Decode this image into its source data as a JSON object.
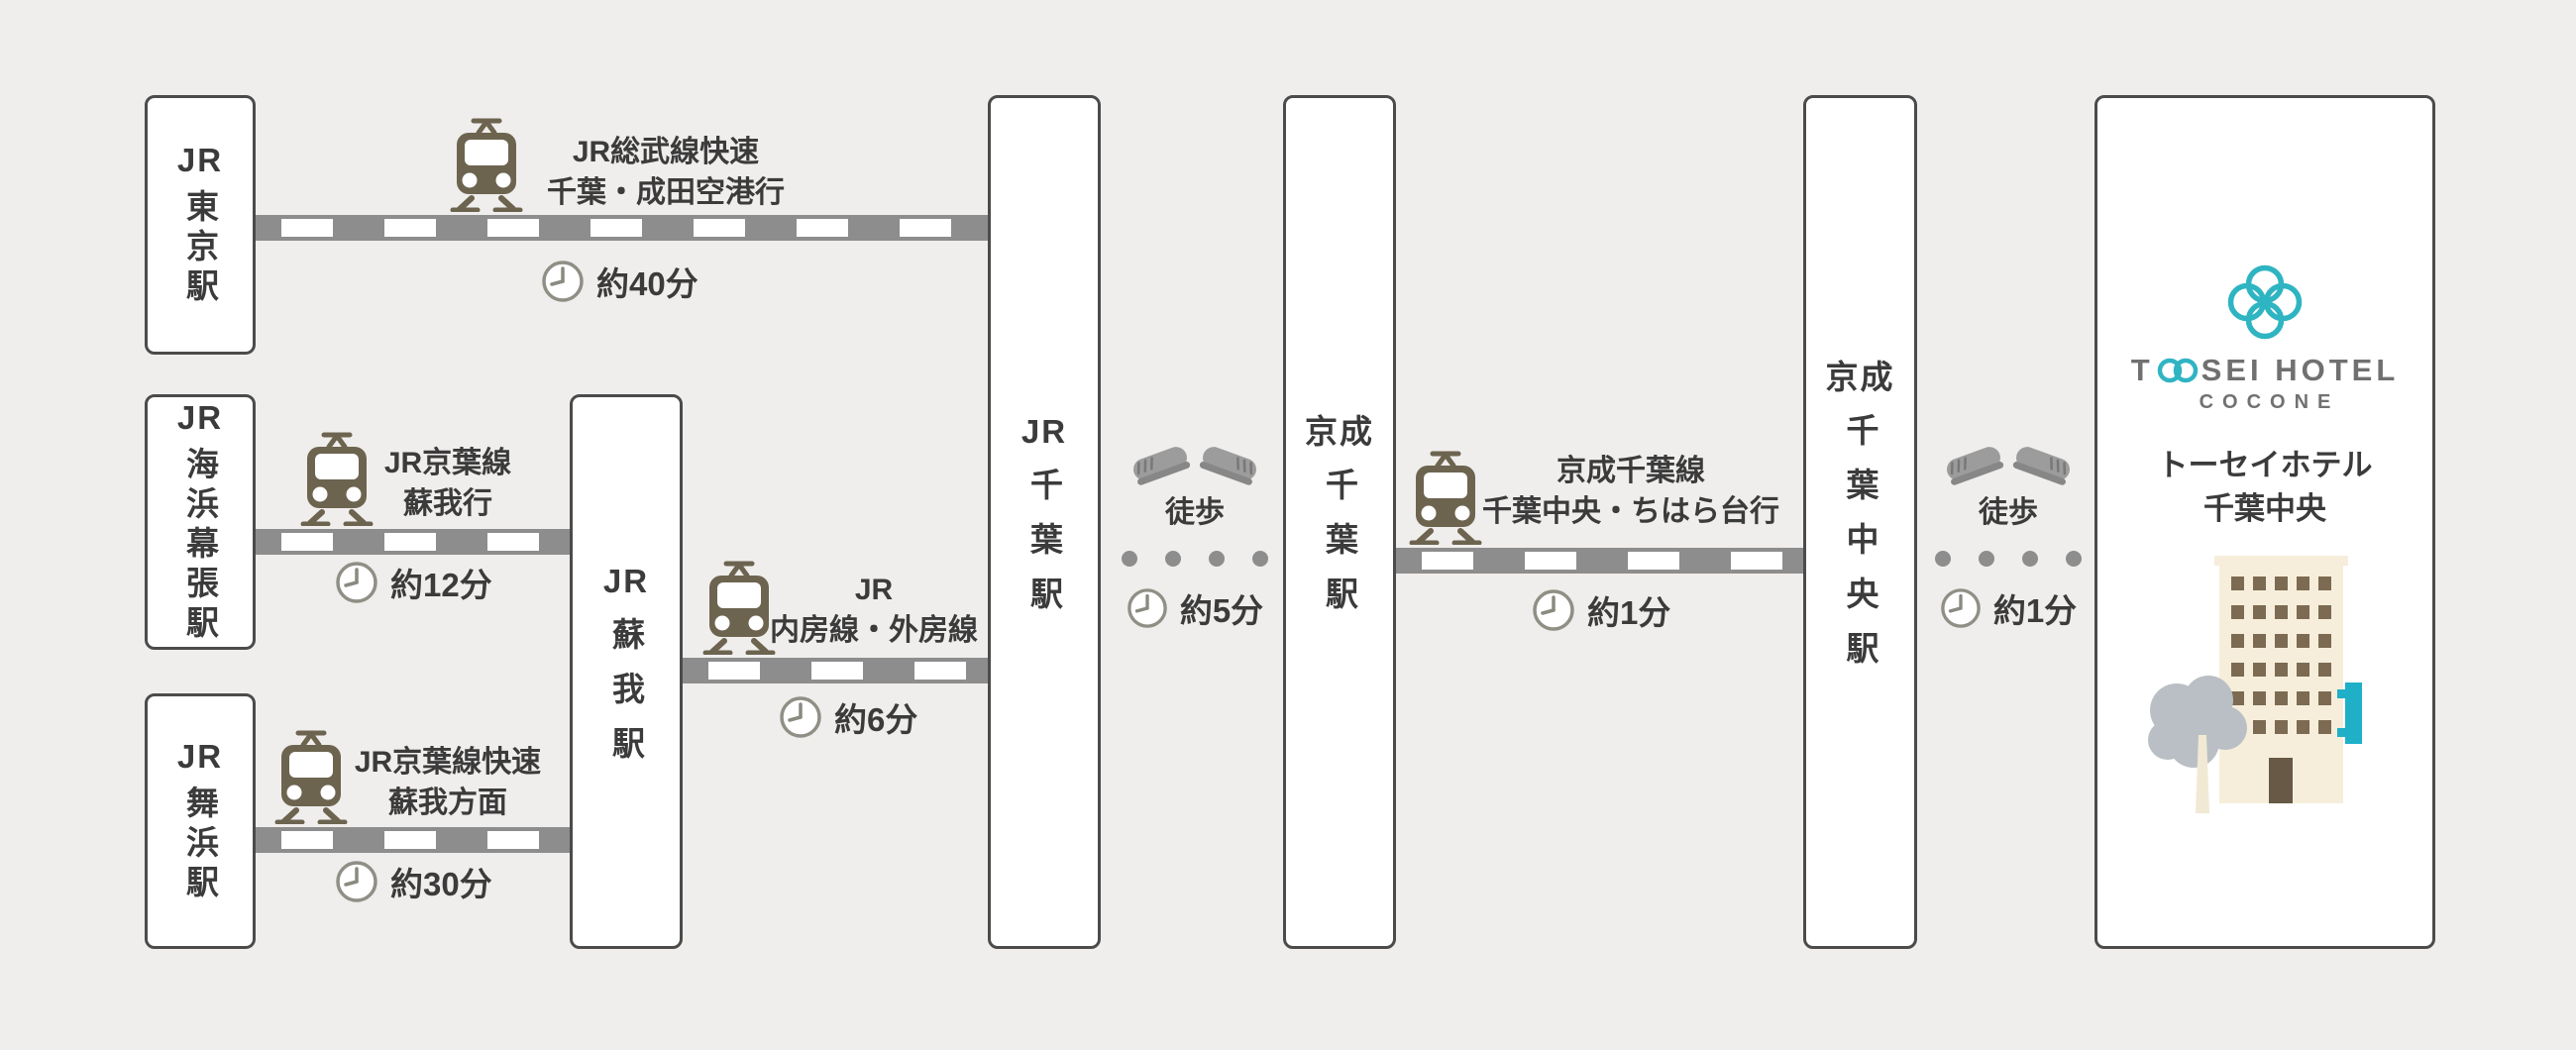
{
  "page": {
    "background": "#f0eeec"
  },
  "colors": {
    "accent_teal": "#2fb4c2",
    "rail_gray": "#8d8d8d",
    "train_brown": "#6d6450",
    "text_dark": "#3b3b3b",
    "logo_gray": "#707070",
    "building_cream": "#f6eedb",
    "window_brown": "#7c6b52"
  },
  "stations": [
    {
      "prefix": "JR",
      "name": "東京駅"
    },
    {
      "prefix": "JR",
      "name": "海浜幕張駅"
    },
    {
      "prefix": "JR",
      "name": "舞浜駅"
    },
    {
      "prefix": "JR",
      "name": "蘇我駅"
    },
    {
      "prefix": "JR",
      "name": "千葉駅"
    },
    {
      "prefix": "京成",
      "name": "千葉駅"
    },
    {
      "prefix": "京成",
      "name": "千葉中央駅"
    }
  ],
  "routes": [
    {
      "name": "JR総武線快速",
      "destination": "千葉・成田空港行",
      "duration": "約40分"
    },
    {
      "name": "JR京葉線",
      "destination": "蘇我行",
      "duration": "約12分"
    },
    {
      "name": "JR京葉線快速",
      "destination": "蘇我方面",
      "duration": "約30分"
    },
    {
      "name": "JR",
      "destination": "内房線・外房線",
      "duration": "約6分"
    },
    {
      "name": "京成千葉線",
      "destination": "千葉中央・ちはら台行",
      "duration": "約1分"
    }
  ],
  "walks": [
    {
      "label": "徒歩",
      "duration": "約5分"
    },
    {
      "label": "徒歩",
      "duration": "約1分"
    }
  ],
  "hotel": {
    "brand_t": "T",
    "brand_rest": "SEI HOTEL",
    "brand_sub": "COCONE",
    "name_line1": "トーセイホテル",
    "name_line2": "千葉中央"
  }
}
